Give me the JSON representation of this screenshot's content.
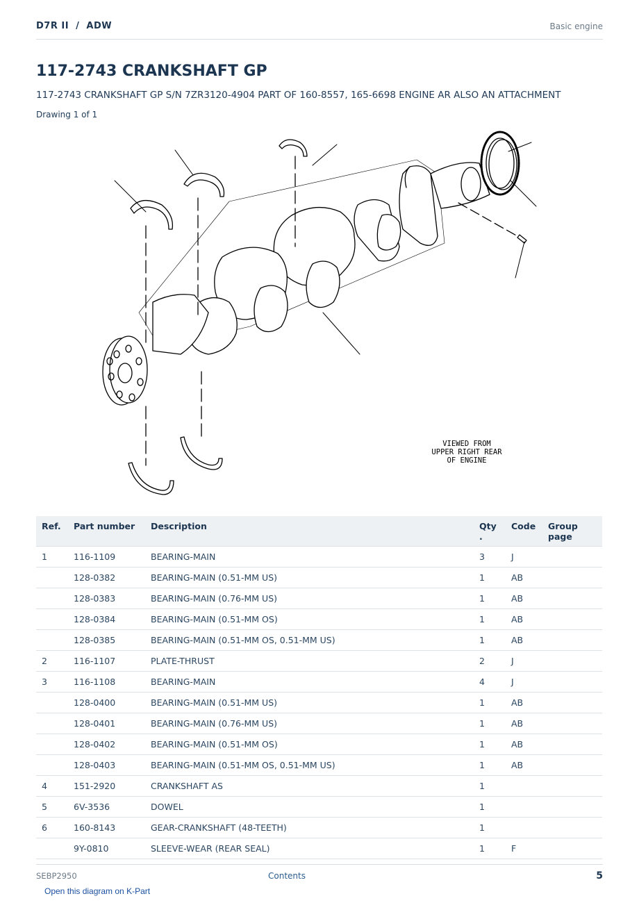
{
  "header": {
    "model": "D7R II  /  ADW",
    "section": "Basic engine"
  },
  "title": "117-2743 CRANKSHAFT GP",
  "subtitle": "117-2743 CRANKSHAFT GP S/N 7ZR3120-4904 PART OF 160-8557, 165-6698 ENGINE AR ALSO AN ATTACHMENT",
  "drawing_label": "Drawing 1 of 1",
  "drawing": {
    "note_lines": [
      "VIEWED FROM",
      "UPPER RIGHT REAR",
      "OF ENGINE"
    ]
  },
  "table": {
    "headers": {
      "ref": "Ref.",
      "part": "Part number",
      "desc": "Description",
      "qty": "Qty\n.",
      "code": "Code",
      "group": "Group page"
    },
    "rows": [
      {
        "ref": "1",
        "part": "116-1109",
        "desc": "BEARING-MAIN",
        "qty": "3",
        "code": "J",
        "group": ""
      },
      {
        "ref": "",
        "part": "128-0382",
        "desc": "BEARING-MAIN (0.51-MM US)",
        "qty": "1",
        "code": "AB",
        "group": ""
      },
      {
        "ref": "",
        "part": "128-0383",
        "desc": "BEARING-MAIN (0.76-MM US)",
        "qty": "1",
        "code": "AB",
        "group": ""
      },
      {
        "ref": "",
        "part": "128-0384",
        "desc": "BEARING-MAIN (0.51-MM OS)",
        "qty": "1",
        "code": "AB",
        "group": ""
      },
      {
        "ref": "",
        "part": "128-0385",
        "desc": "BEARING-MAIN (0.51-MM OS, 0.51-MM US)",
        "qty": "1",
        "code": "AB",
        "group": ""
      },
      {
        "ref": "2",
        "part": "116-1107",
        "desc": "PLATE-THRUST",
        "qty": "2",
        "code": "J",
        "group": ""
      },
      {
        "ref": "3",
        "part": "116-1108",
        "desc": "BEARING-MAIN",
        "qty": "4",
        "code": "J",
        "group": ""
      },
      {
        "ref": "",
        "part": "128-0400",
        "desc": "BEARING-MAIN (0.51-MM US)",
        "qty": "1",
        "code": "AB",
        "group": ""
      },
      {
        "ref": "",
        "part": "128-0401",
        "desc": "BEARING-MAIN (0.76-MM US)",
        "qty": "1",
        "code": "AB",
        "group": ""
      },
      {
        "ref": "",
        "part": "128-0402",
        "desc": "BEARING-MAIN (0.51-MM OS)",
        "qty": "1",
        "code": "AB",
        "group": ""
      },
      {
        "ref": "",
        "part": "128-0403",
        "desc": "BEARING-MAIN (0.51-MM OS, 0.51-MM US)",
        "qty": "1",
        "code": "AB",
        "group": ""
      },
      {
        "ref": "4",
        "part": "151-2920",
        "desc": "CRANKSHAFT AS",
        "qty": "1",
        "code": "",
        "group": ""
      },
      {
        "ref": "5",
        "part": "6V-3536",
        "desc": "DOWEL",
        "qty": "1",
        "code": "",
        "group": ""
      },
      {
        "ref": "6",
        "part": "160-8143",
        "desc": "GEAR-CRANKSHAFT (48-TEETH)",
        "qty": "1",
        "code": "",
        "group": ""
      },
      {
        "ref": "",
        "part": "9Y-0810",
        "desc": "SLEEVE-WEAR (REAR SEAL)",
        "qty": "1",
        "code": "F",
        "group": ""
      }
    ]
  },
  "footer": {
    "doc_id": "SEBP2950",
    "contents_link": "Contents",
    "page_number": "5"
  },
  "kpart_link": "Open this diagram on K-Part"
}
